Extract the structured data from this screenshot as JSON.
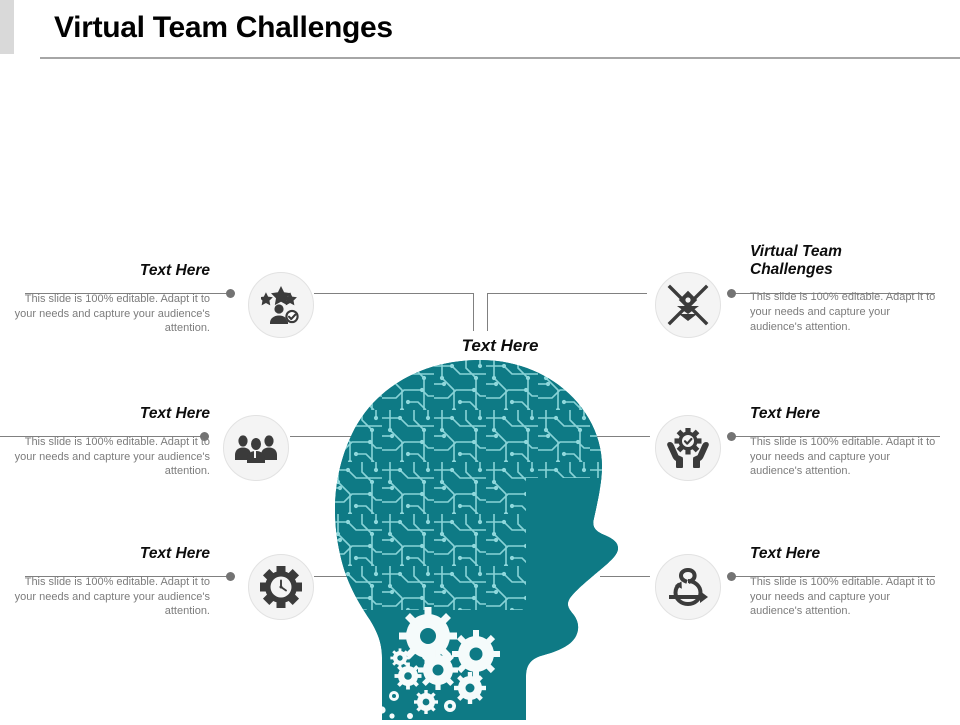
{
  "header": {
    "title": "Virtual Team Challenges",
    "accent_bar_color": "#d9d9d9",
    "underline_color": "#a6a6a6"
  },
  "theme": {
    "head_teal": "#0e7a85",
    "head_trace": "#8fd8dc",
    "gear_white": "#f5fbfb",
    "icon_dark": "#3b3b3b",
    "circle_fill": "#f4f4f4",
    "circle_border": "#e2e2e2",
    "line_gray": "#808080",
    "dot_gray": "#737373",
    "body_text": "#7c7c7c",
    "title_text": "#0d0d0d"
  },
  "center": {
    "label": "Text Here"
  },
  "callouts": [
    {
      "id": "top-left",
      "side": "left",
      "title": "Text Here",
      "body": "This slide is 100% editable. Adapt it to your needs and capture your audience's attention.",
      "icon": "user-rating-stars-icon"
    },
    {
      "id": "middle-left",
      "side": "left",
      "title": "Text Here",
      "body": "This slide is 100% editable. Adapt it to your needs and capture your audience's attention.",
      "icon": "team-group-icon"
    },
    {
      "id": "bottom-left",
      "side": "left",
      "title": "Text Here",
      "body": "This slide is 100% editable. Adapt it to your needs and capture your audience's attention.",
      "icon": "gear-clock-icon"
    },
    {
      "id": "top-right",
      "side": "right",
      "title": "Virtual Team Challenges",
      "body": "This slide is 100% editable. Adapt it to your needs and capture your audience's attention.",
      "icon": "converge-arrows-icon"
    },
    {
      "id": "middle-right",
      "side": "right",
      "title": "Text Here",
      "body": "This slide is 100% editable. Adapt it to your needs and capture your audience's attention.",
      "icon": "hands-holding-gear-check-icon"
    },
    {
      "id": "bottom-right",
      "side": "right",
      "title": "Text Here",
      "body": "This slide is 100% editable. Adapt it to your needs and capture your audience's attention.",
      "icon": "agile-loop-arrow-icon"
    }
  ]
}
